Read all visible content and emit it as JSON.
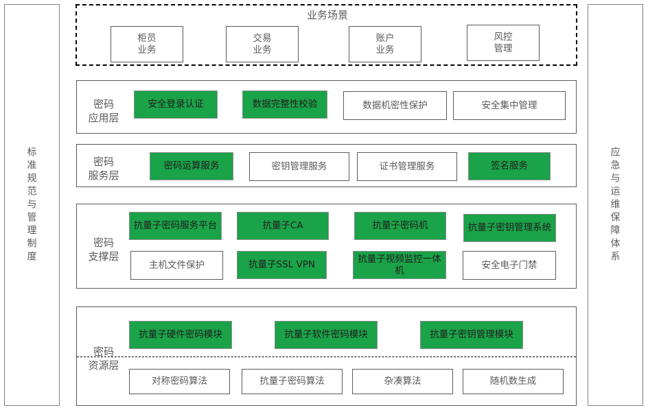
{
  "left_panel": {
    "label_chars": [
      "标",
      "准",
      "规",
      "范",
      "与",
      "管",
      "理",
      "制",
      "度"
    ]
  },
  "right_panel": {
    "label_chars": [
      "应",
      "急",
      "与",
      "运",
      "维",
      "保",
      "障",
      "体",
      "系"
    ]
  },
  "business_scene": {
    "title": "业务场景",
    "boxes": [
      {
        "line1": "柜员",
        "line2": "业务"
      },
      {
        "line1": "交易",
        "line2": "业务"
      },
      {
        "line1": "账户",
        "line2": "业务"
      },
      {
        "line1": "风控",
        "line2": "管理"
      }
    ]
  },
  "app_layer": {
    "title_line1": "密码",
    "title_line2": "应用层",
    "boxes": [
      {
        "label": "安全登录认证",
        "highlight": true
      },
      {
        "label": "数据完整性校验",
        "highlight": true
      },
      {
        "label": "数据机密性保护",
        "highlight": false
      },
      {
        "label": "安全集中管理",
        "highlight": false
      }
    ]
  },
  "service_layer": {
    "title_line1": "密码",
    "title_line2": "服务层",
    "boxes": [
      {
        "label": "密码运算服务",
        "highlight": true
      },
      {
        "label": "密钥管理服务",
        "highlight": false
      },
      {
        "label": "证书管理服务",
        "highlight": false
      },
      {
        "label": "签名服务",
        "highlight": true
      }
    ]
  },
  "support_layer": {
    "title_line1": "密码",
    "title_line2": "支撑层",
    "row1": [
      {
        "label": "抗量子密码服务平台",
        "highlight": true
      },
      {
        "label": "抗量子CA",
        "highlight": true
      },
      {
        "label": "抗量子密码机",
        "highlight": true
      },
      {
        "label": "抗量子密钥管理系统",
        "highlight": true
      }
    ],
    "row2": [
      {
        "label": "主机文件保护",
        "highlight": false
      },
      {
        "label": "抗量子SSL VPN",
        "highlight": true
      },
      {
        "label": "抗量子视频监控一体机",
        "highlight": true
      },
      {
        "label": "安全电子门禁",
        "highlight": false
      }
    ]
  },
  "resource_layer": {
    "title_line1": "密码",
    "title_line2": "资源层",
    "row1": [
      {
        "label": "抗量子硬件密码模块",
        "highlight": true
      },
      {
        "label": "抗量子软件密码模块",
        "highlight": true
      },
      {
        "label": "抗量子密钥管理模块",
        "highlight": true
      }
    ],
    "row2": [
      {
        "label": "对称密码算法",
        "highlight": false
      },
      {
        "label": "抗量子密码算法",
        "highlight": false
      },
      {
        "label": "杂凑算法",
        "highlight": false
      },
      {
        "label": "随机数生成",
        "highlight": false
      }
    ]
  }
}
